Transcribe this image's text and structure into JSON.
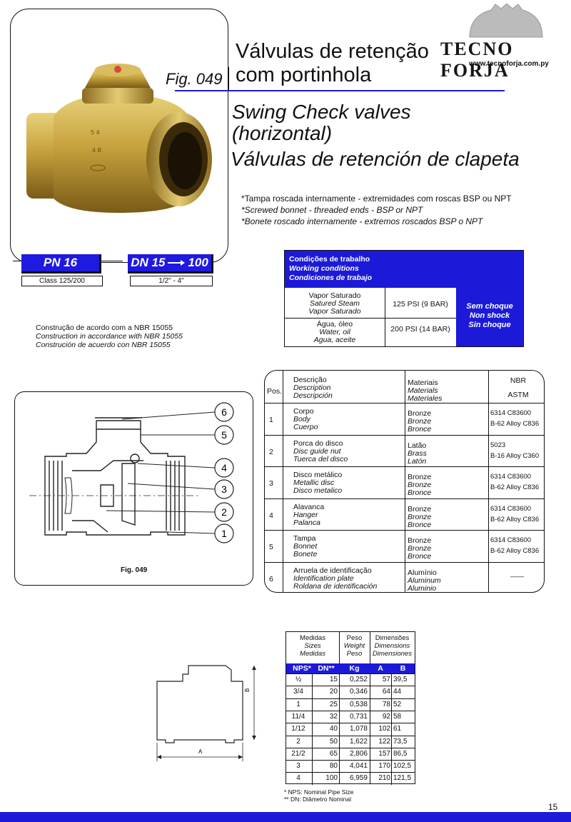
{
  "title": {
    "pt_line1": "Válvulas de retenção",
    "pt_line2": "com portinhola",
    "fig": "Fig. 049",
    "en_line1": "Swing Check valves",
    "en_line2": "(horizontal)",
    "es": "Válvulas de retención de clapeta"
  },
  "logo": {
    "name": "TECNO FORJA",
    "url": "www.tecnoforja.com.py"
  },
  "features": [
    "*Tampa roscada internamente - extremidades com roscas BSP ou NPT",
    "*Screwed bonnet - threaded ends - BSP or NPT",
    "*Bonete roscado internamente - extremos roscados BSP o NPT"
  ],
  "rating": {
    "pn": "PN 16",
    "dn_from": "DN 15",
    "dn_to": "100",
    "class": "Class 125/200",
    "size_range": "1/2\" - 4\""
  },
  "standard": [
    "Construção de acordo com a NBR 15055",
    "Construction in accordance with NBR 15055",
    "Construción de acuerdo con NBR 15055"
  ],
  "working_conditions": {
    "header": [
      "Condições de trabalho",
      "Working conditions",
      "Condiciones de trabajo"
    ],
    "rows": [
      {
        "fluid": [
          "Vapor Saturado",
          "Satured Steam",
          "Vapor Saturado"
        ],
        "pressure": "125 PSI (9 BAR)"
      },
      {
        "fluid": [
          "Água, óleo",
          "Water, oil",
          "Agua, aceite"
        ],
        "pressure": "200 PSI (14 BAR)"
      }
    ],
    "note": [
      "Sem choque",
      "Non shock",
      "Sin choque"
    ]
  },
  "drawing": {
    "caption": "Fig. 049",
    "callouts": [
      "6",
      "5",
      "4",
      "3",
      "2",
      "1"
    ]
  },
  "materials": {
    "headers": {
      "pos": "Pos.",
      "description": [
        "Descrição",
        "Description",
        "Descripción"
      ],
      "materials": [
        "Materiais",
        "Materials",
        "Materiales"
      ],
      "standard": [
        "NBR",
        "ASTM"
      ]
    },
    "rows": [
      {
        "pos": "1",
        "desc": [
          "Corpo",
          "Body",
          "Cuerpo"
        ],
        "mat": [
          "Bronze",
          "Bronze",
          "Bronce"
        ],
        "std": [
          "6314 C83600",
          "B-62 Alloy C836"
        ]
      },
      {
        "pos": "2",
        "desc": [
          "Porca do disco",
          "Disc guide nut",
          "Tuerca del disco"
        ],
        "mat": [
          "Latão",
          "Brass",
          "Latón"
        ],
        "std": [
          "5023",
          "B-16 Alloy C360"
        ]
      },
      {
        "pos": "3",
        "desc": [
          "Disco metálico",
          "Metallic disc",
          "Disco metalico"
        ],
        "mat": [
          "Bronze",
          "Bronze",
          "Bronce"
        ],
        "std": [
          "6314 C83600",
          "B-62 Alloy C836"
        ]
      },
      {
        "pos": "4",
        "desc": [
          "Alavanca",
          "Hanger",
          "Palanca"
        ],
        "mat": [
          "Bronze",
          "Bronze",
          "Bronce"
        ],
        "std": [
          "6314 C83600",
          "B-62 Alloy C836"
        ]
      },
      {
        "pos": "5",
        "desc": [
          "Tampa",
          "Bonnet",
          "Bonete"
        ],
        "mat": [
          "Bronze",
          "Bronze",
          "Bronce"
        ],
        "std": [
          "6314 C83600",
          "B-62 Alloy C836"
        ]
      },
      {
        "pos": "6",
        "desc": [
          "Arruela de identificação",
          "Identification plate",
          "Roldana de identificación"
        ],
        "mat": [
          "Alumínio",
          "Aluminum",
          "Aluminio"
        ],
        "std": [
          "——",
          ""
        ]
      }
    ]
  },
  "dimensions": {
    "headers": {
      "sizes": [
        "Medidas",
        "Sizes",
        "Medidas"
      ],
      "weight": [
        "Peso",
        "Weight",
        "Peso"
      ],
      "dims": [
        "Dimensões",
        "Dimensions",
        "Dimensiones"
      ]
    },
    "cols": [
      "NPS*",
      "DN**",
      "Kg",
      "A",
      "B"
    ],
    "rows": [
      [
        "½",
        "15",
        "0,252",
        "57",
        "39,5"
      ],
      [
        "3/4",
        "20",
        "0,346",
        "64",
        "44"
      ],
      [
        "1",
        "25",
        "0,538",
        "78",
        "52"
      ],
      [
        "11/4",
        "32",
        "0,731",
        "92",
        "58"
      ],
      [
        "1/12",
        "40",
        "1,078",
        "102",
        "61"
      ],
      [
        "2",
        "50",
        "1,622",
        "122",
        "73,5"
      ],
      [
        "21/2",
        "65",
        "2,806",
        "157",
        "86,5"
      ],
      [
        "3",
        "80",
        "4,041",
        "170",
        "102,5"
      ],
      [
        "4",
        "100",
        "6,959",
        "210",
        "121,5"
      ]
    ],
    "dim_labels": {
      "a": "A",
      "b": "B"
    },
    "footnotes": [
      "* NPS: Nominal Pipe Size",
      "** DN: Diâmetro Nominal"
    ]
  },
  "page_number": "15",
  "colors": {
    "accent_blue": "#1c1ad8",
    "brass": "#c8a43c"
  }
}
